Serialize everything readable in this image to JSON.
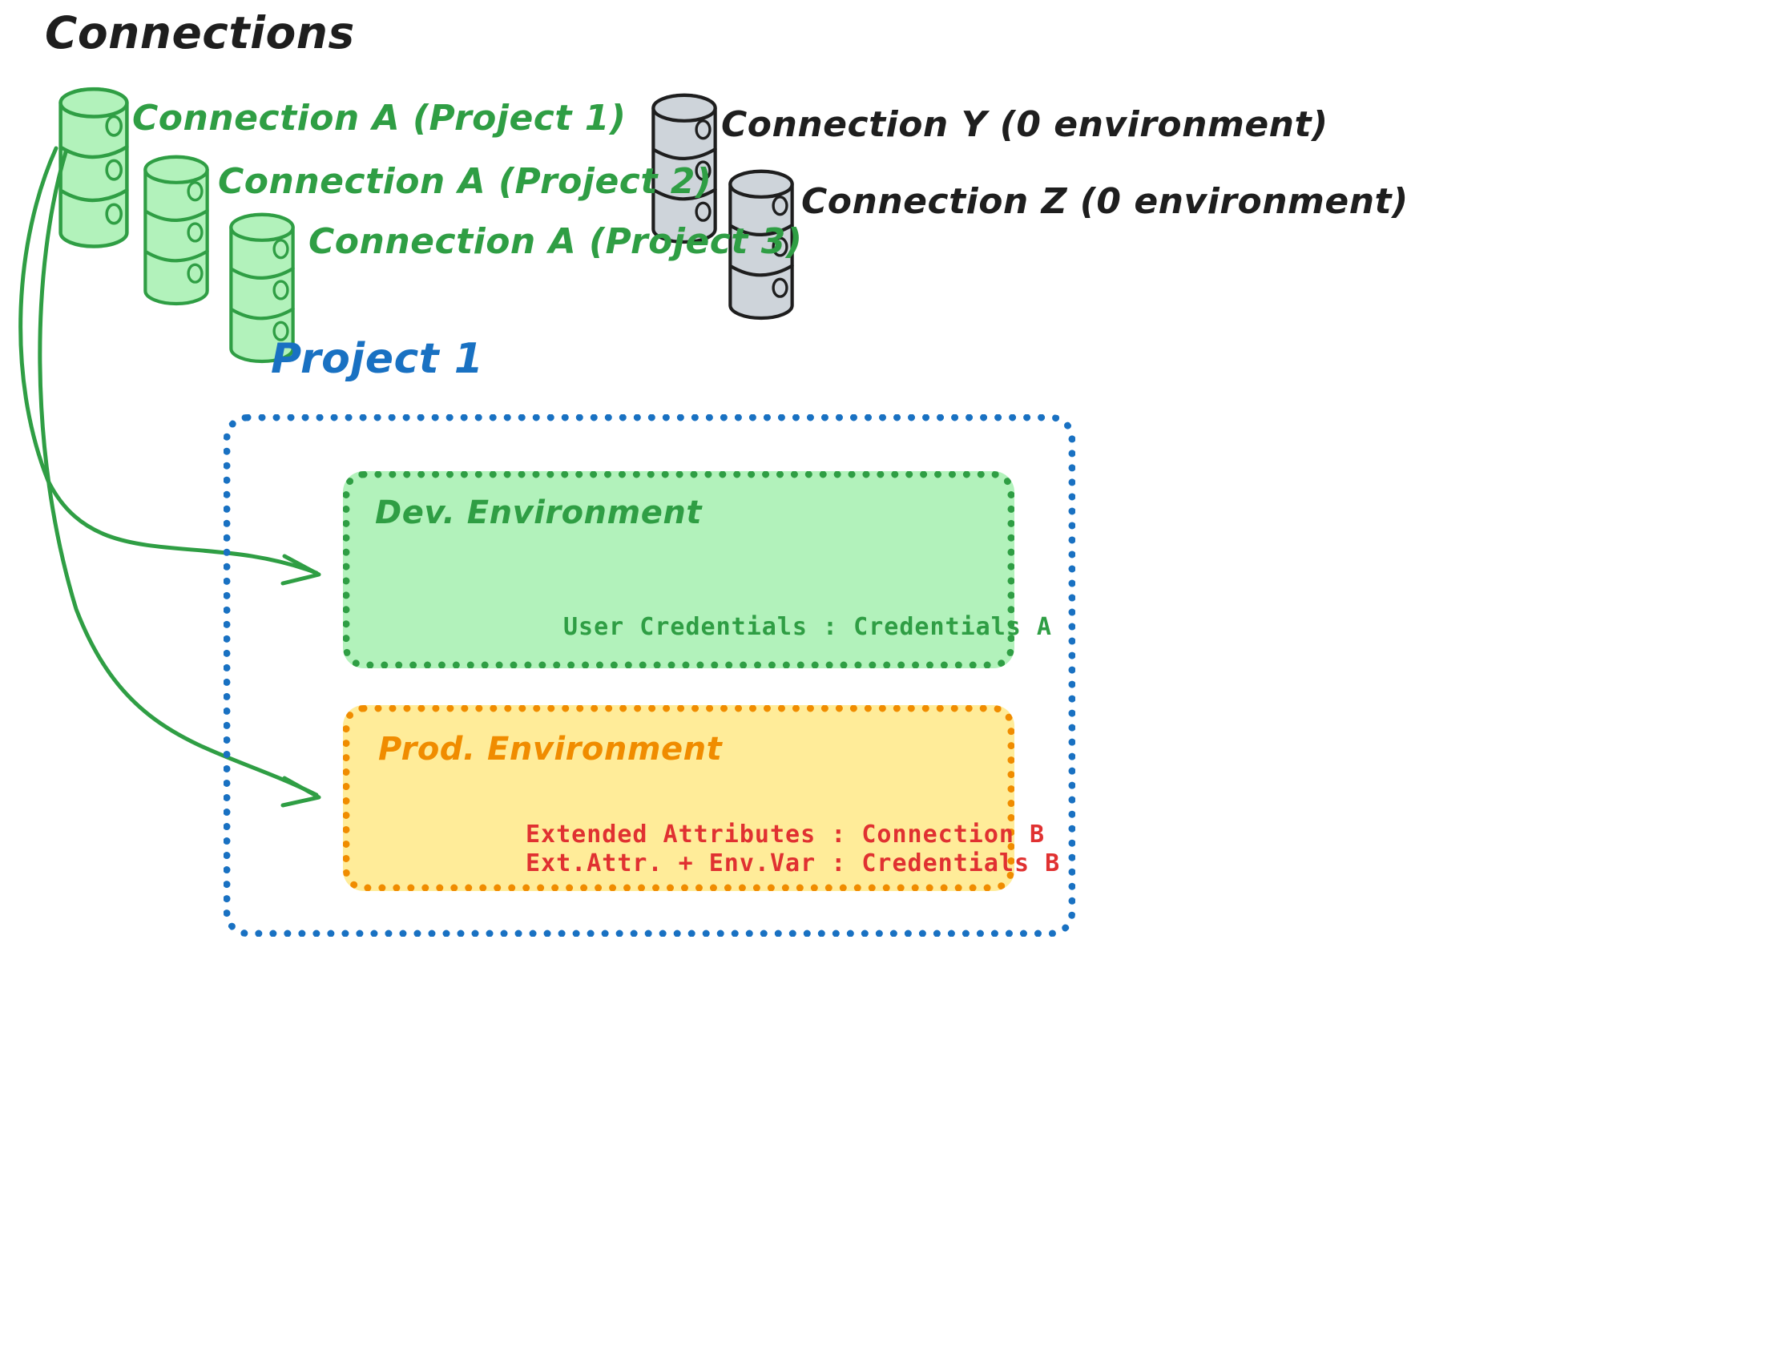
{
  "diagram": {
    "title": "Connections",
    "project_title": "Project 1",
    "connections": {
      "green": [
        {
          "label": "Connection A (Project 1)",
          "color": "#2f9e44"
        },
        {
          "label": "Connection A (Project 2)",
          "color": "#2f9e44"
        },
        {
          "label": "Connection A (Project 3)",
          "color": "#2f9e44"
        }
      ],
      "gray": [
        {
          "label": "Connection Y (0 environment)",
          "color": "#1e1e1e"
        },
        {
          "label": "Connection Z (0 environment)",
          "color": "#1e1e1e"
        }
      ]
    },
    "environments": [
      {
        "name": "Dev. Environment",
        "accent": "#2f9e44",
        "fill": "#b2f2bb",
        "lines": [
          "User Credentials : Credentials A"
        ]
      },
      {
        "name": "Prod. Environment",
        "accent": "#f08c00",
        "fill": "#ffec99",
        "lines": [
          "Extended Attributes : Connection B",
          "Ext.Attr. + Env.Var : Credentials B"
        ]
      }
    ],
    "colors": {
      "green": "#2f9e44",
      "green_fill": "#b2f2bb",
      "orange": "#f08c00",
      "orange_fill": "#ffec99",
      "blue": "#1971c2",
      "red": "#e03131",
      "gray_fill": "#ced4da",
      "black": "#1e1e1e"
    },
    "arrows": [
      {
        "from": "Connection A (Project 1)",
        "to": "Dev. Environment"
      },
      {
        "from": "Connection A (Project 1)",
        "to": "Prod. Environment"
      }
    ]
  }
}
